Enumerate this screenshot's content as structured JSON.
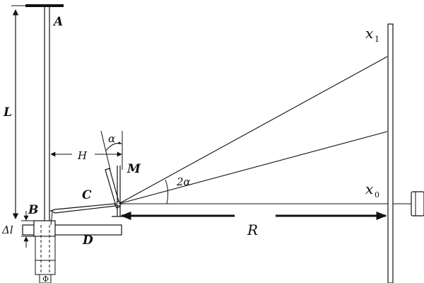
{
  "labels": {
    "A": "A",
    "L": "L",
    "B": "B",
    "delta_l": "Δl",
    "D": "D",
    "C": "C",
    "H": "H",
    "alpha": "α",
    "M": "M",
    "two_alpha": "2α",
    "R": "R",
    "x1": "x",
    "x1_sub": "1",
    "x0": "x",
    "x0_sub": "0",
    "phi": "Φ"
  }
}
